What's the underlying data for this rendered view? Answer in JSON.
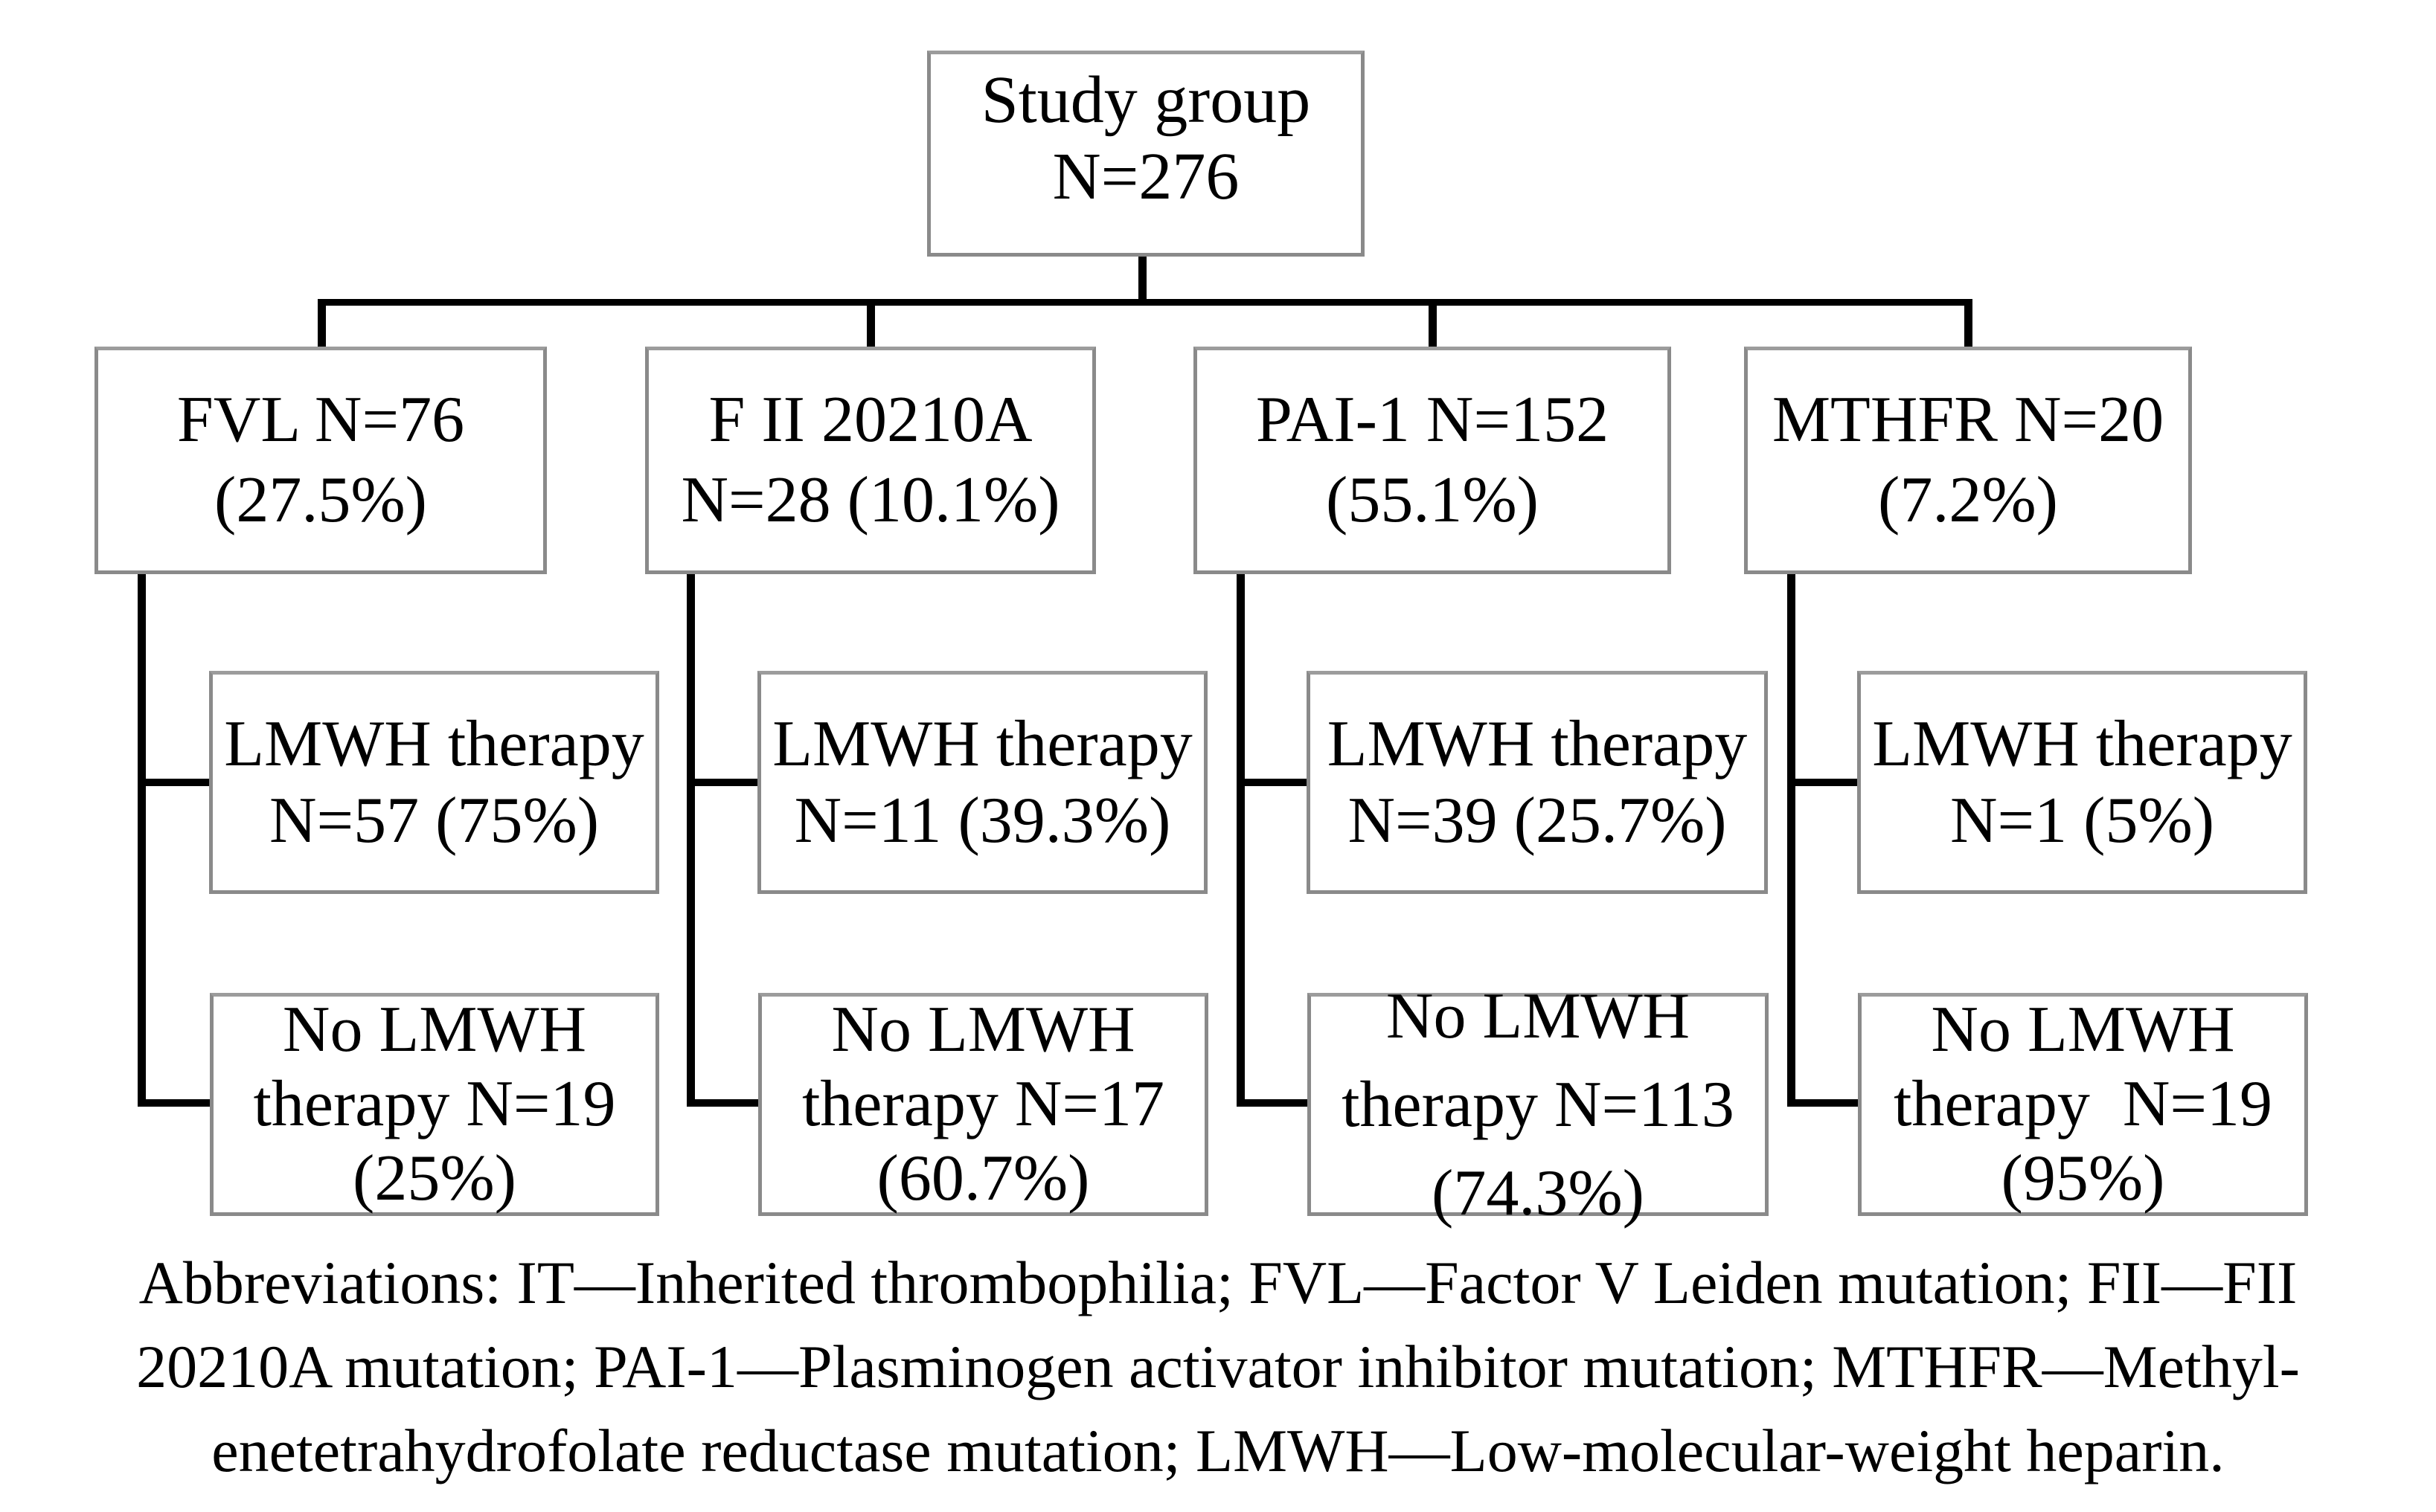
{
  "diagram": {
    "root": {
      "line1": "Study group",
      "line2": "N=276"
    },
    "columns": [
      {
        "group_line1": "FVL N=76",
        "group_line2": "(27.5%)",
        "lmwh_line1": "LMWH therapy",
        "lmwh_line2": "N=57 (75%)",
        "no_line1": "No LMWH",
        "no_line2": "therapy N=19",
        "no_line3": "(25%)"
      },
      {
        "group_line1": "F II 20210A",
        "group_line2": "N=28 (10.1%)",
        "lmwh_line1": "LMWH therapy",
        "lmwh_line2": "N=11 (39.3%)",
        "no_line1": "No LMWH",
        "no_line2": "therapy N=17",
        "no_line3": "(60.7%)"
      },
      {
        "group_line1": "PAI-1 N=152",
        "group_line2": "(55.1%)",
        "lmwh_line1": "LMWH therapy",
        "lmwh_line2": "N=39 (25.7%)",
        "no_line1": "No LMWH",
        "no_line2": "therapy N=113",
        "no_line3": "(74.3%)"
      },
      {
        "group_line1": "MTHFR N=20",
        "group_line2": "(7.2%)",
        "lmwh_line1": "LMWH therapy",
        "lmwh_line2": "N=1 (5%)",
        "no_line1": "No LMWH",
        "no_line2": "therapy  N=19",
        "no_line3": "(95%)"
      }
    ],
    "caption": {
      "line1": "Abbreviations: IT—Inherited thrombophilia; FVL—Factor V Leiden mutation; FII—FII",
      "line2": "20210A mutation; PAI-1—Plasminogen activator inhibitor mutation; MTHFR—Methyl-",
      "line3": "enetetrahydrofolate reductase mutation; LMWH—Low-molecular-weight heparin."
    },
    "colors": {
      "line": "#000000",
      "border": "#8a8a8a",
      "text": "#000000",
      "background": "#ffffff"
    }
  }
}
